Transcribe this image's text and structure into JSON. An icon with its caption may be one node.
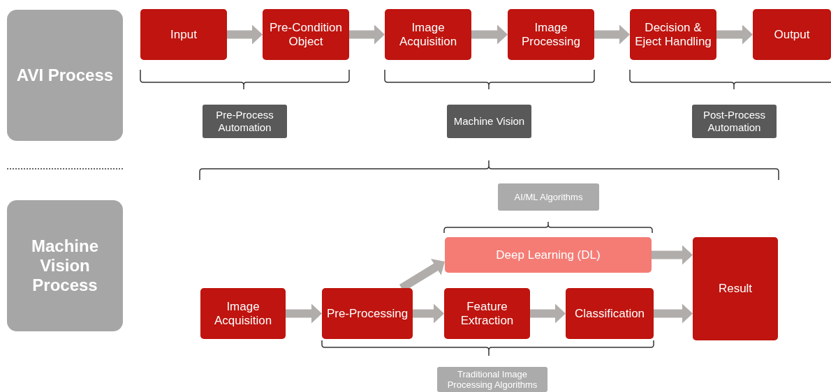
{
  "diagram": {
    "nodes": [
      {
        "text": [
          "AVI Process"
        ]
      },
      {
        "text": [
          "Machine Vision Process"
        ]
      },
      {
        "text": [
          "Input"
        ]
      },
      {
        "text": [
          "Pre-Condition Object"
        ]
      },
      {
        "text": [
          "Image Acquisition"
        ]
      },
      {
        "text": [
          "Image Processing"
        ]
      },
      {
        "text": [
          "Decision & Eject Handling"
        ]
      },
      {
        "text": [
          "Output"
        ]
      },
      {
        "text": [
          "Pre-Process Automation"
        ]
      },
      {
        "text": [
          "Machine Vision"
        ]
      },
      {
        "text": [
          "Post-Process Automation"
        ]
      },
      {
        "text": [
          "AI/ML Algorithms"
        ]
      },
      {
        "text": [
          "Image Acquisition"
        ]
      },
      {
        "text": [
          "Pre-Processing"
        ]
      },
      {
        "text": [
          "Deep Learning (DL)"
        ]
      },
      {
        "text": [
          "Feature Extraction"
        ]
      },
      {
        "text": [
          "Classification"
        ]
      },
      {
        "text": [
          "Result"
        ]
      },
      {
        "text": [
          "Traditional Image Processing Algorithms"
        ]
      }
    ],
    "edges": [
      {
        "from": 2,
        "to": 3,
        "arrow": "to"
      },
      {
        "from": 3,
        "to": 4,
        "arrow": "to"
      },
      {
        "from": 4,
        "to": 5,
        "arrow": "to"
      },
      {
        "from": 5,
        "to": 6,
        "arrow": "to"
      },
      {
        "from": 6,
        "to": 7,
        "arrow": "to"
      },
      {
        "from": 12,
        "to": 13,
        "arrow": "to"
      },
      {
        "from": 13,
        "to": 14,
        "arrow": "to"
      },
      {
        "from": 13,
        "to": 15,
        "arrow": "to"
      },
      {
        "from": 15,
        "to": 16,
        "arrow": "to"
      },
      {
        "from": 14,
        "to": 17,
        "arrow": "to"
      },
      {
        "from": 16,
        "to": 17,
        "arrow": "to"
      }
    ]
  }
}
